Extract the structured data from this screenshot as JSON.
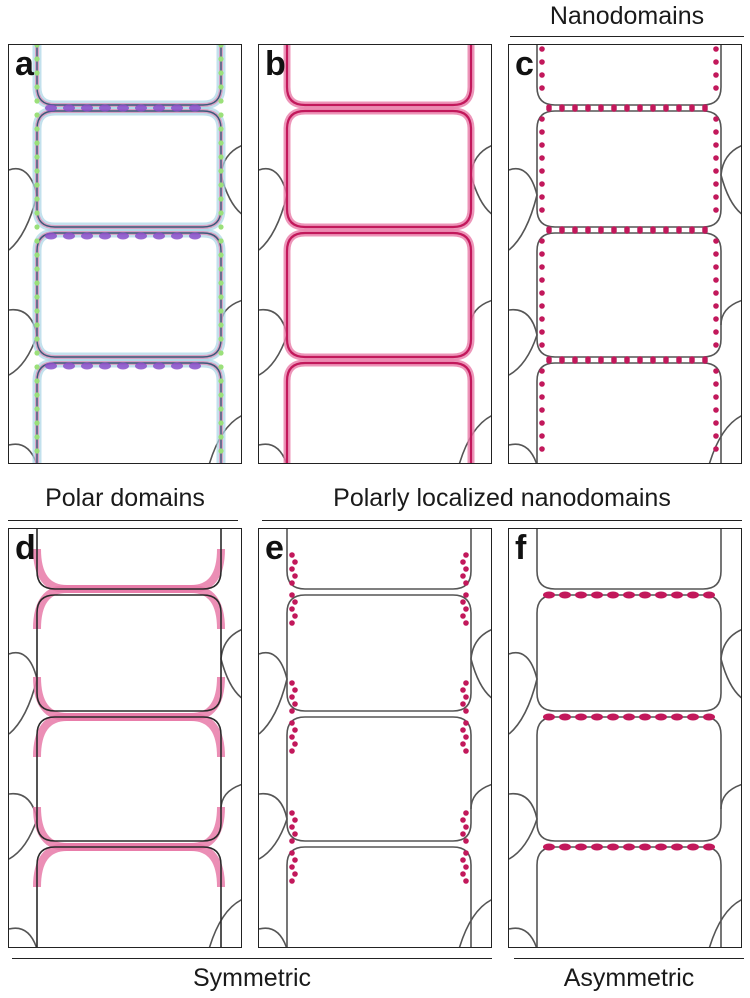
{
  "headers": {
    "nanodomains": "Nanodomains",
    "polar_domains": "Polar domains",
    "polarly_localized": "Polarly localized nanodomains",
    "symmetric": "Symmetric",
    "asymmetric": "Asymmetric"
  },
  "panels": [
    {
      "letter": "a",
      "pattern": "multi-domain overlay"
    },
    {
      "letter": "b",
      "pattern": "uniform membrane"
    },
    {
      "letter": "c",
      "pattern": "nanodomains"
    },
    {
      "letter": "d",
      "pattern": "polar domains"
    },
    {
      "letter": "e",
      "pattern": "polarly localized nanodomains symmetric"
    },
    {
      "letter": "f",
      "pattern": "polarly localized nanodomains asymmetric"
    }
  ],
  "colors": {
    "outline": "#555555",
    "magenta": "#c2185b",
    "pink_light": "#e87aa8",
    "green": "#9be07a",
    "blue_light": "#a9d4e6",
    "purple": "#8a4fc9"
  }
}
